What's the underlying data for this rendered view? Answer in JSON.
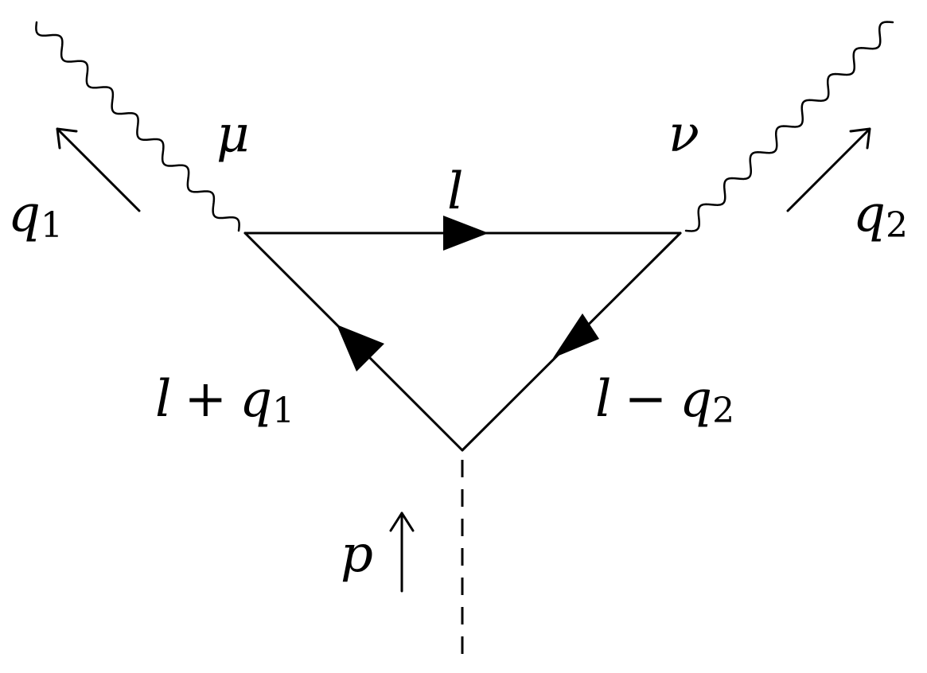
{
  "labels": {
    "mu": "μ",
    "nu": "ν",
    "l": "l",
    "q1": {
      "base": "q",
      "sub": "1"
    },
    "q2": {
      "base": "q",
      "sub": "2"
    },
    "l_plus_q1": {
      "a": "l",
      "op": "+",
      "b": "q",
      "sub": "1"
    },
    "l_minus_q2": {
      "a": "l",
      "op": "−",
      "b": "q",
      "sub": "2"
    },
    "p": "p"
  }
}
